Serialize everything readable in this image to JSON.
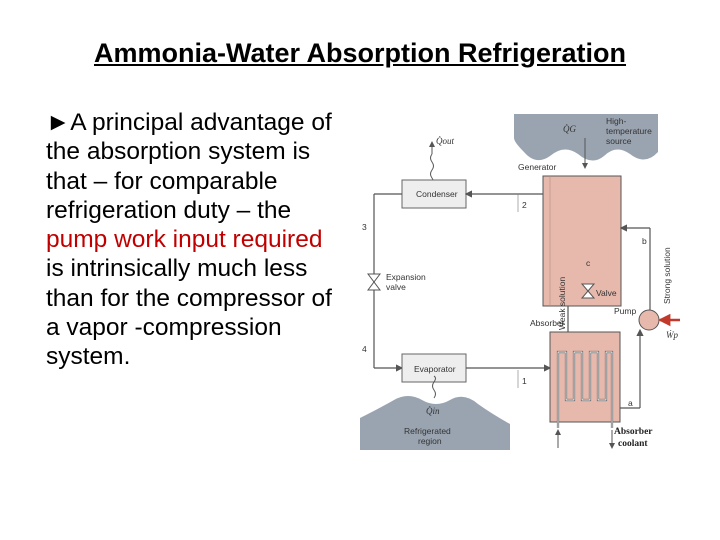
{
  "slide": {
    "title": "Ammonia-Water Absorption Refrigeration",
    "bullet_marker": "►",
    "text_part1": "A principal advantage of the absorption system is that – for comparable refrigeration duty – the ",
    "text_red": "pump work input required",
    "text_part2": " is intrinsically much less than for the compressor of a vapor -compression system",
    "text_end": "."
  },
  "diagram": {
    "labels": {
      "q_out": "Q̇out",
      "q_g": "Q̇G",
      "high_temp_source": [
        "High-",
        "temperature",
        "source"
      ],
      "generator": "Generator",
      "condenser": "Condenser",
      "expansion_valve": [
        "Expansion",
        "valve"
      ],
      "evaporator": "Evaporator",
      "refrigerated_region": [
        "Refrigerated",
        "region"
      ],
      "q_in": "Q̇in",
      "weak_solution": "Weak solution",
      "strong_solution": "Strong solution",
      "valve": "Valve",
      "pump": "Pump",
      "absorber": "Absorber",
      "w_p": "Ẇp",
      "absorber_coolant": [
        "Absorber",
        "coolant"
      ],
      "state_1": "1",
      "state_2": "2",
      "state_3": "3",
      "state_4": "4",
      "state_a": "a",
      "state_b": "b",
      "state_c": "c"
    },
    "colors": {
      "vessel_fill": "#e7b9ad",
      "region_fill": "#9aa4b1",
      "box_fill": "#eeeeee",
      "pump_arrow": "#c0392b"
    }
  }
}
